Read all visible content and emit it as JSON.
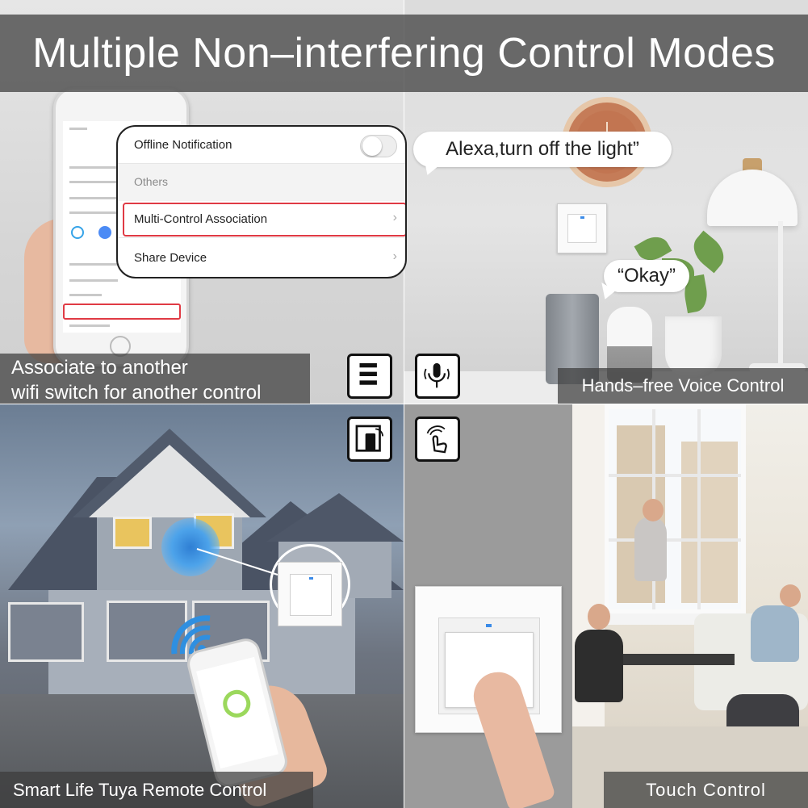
{
  "title": "Multiple Non–interfering Control Modes",
  "popup": {
    "offline_notification": "Offline Notification",
    "others": "Others",
    "multi_control": "Multi-Control Association",
    "share_device": "Share Device"
  },
  "captions": {
    "top_left_line1": "Associate to another",
    "top_left_line2": "wifi switch for another control",
    "top_right": "Hands–free Voice Control",
    "bottom_left": "Smart Life Tuya  Remote Control",
    "bottom_right": "Touch Control"
  },
  "voice": {
    "alexa": "Alexa,turn off the light”",
    "okay": "“Okay”"
  },
  "icons": {
    "multi_control": "list-switch-icon",
    "voice": "microphone-icon",
    "remote": "phone-remote-icon",
    "touch": "touch-hand-icon"
  },
  "colors": {
    "highlight": "#e03a44",
    "caption_bg": "#3c3c3c",
    "led": "#3b8be8",
    "power_ring": "#9bd85c"
  }
}
